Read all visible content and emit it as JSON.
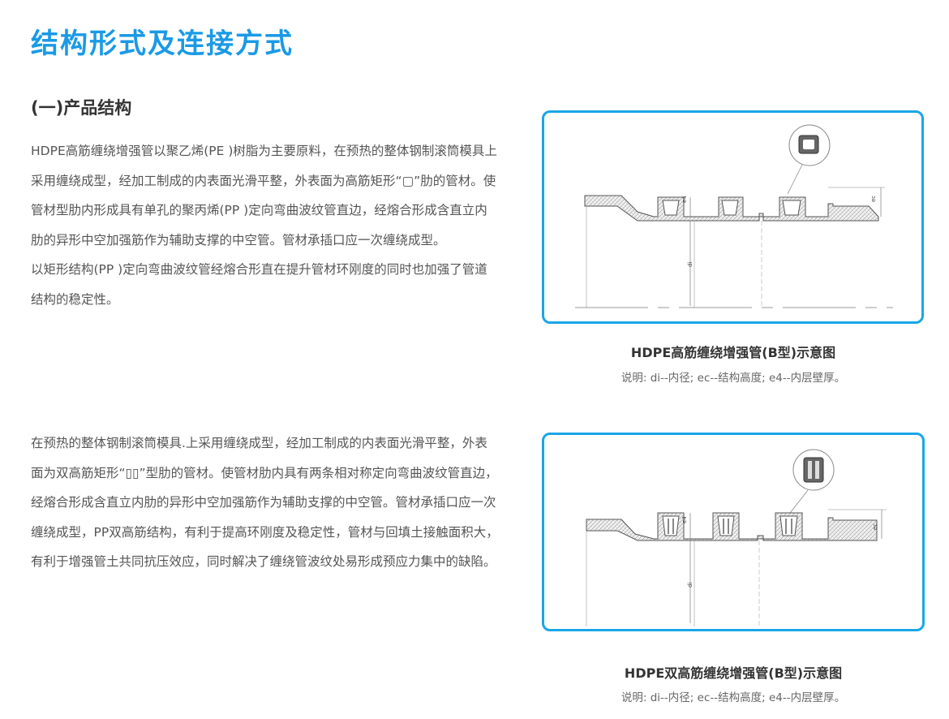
{
  "page": {
    "title": "结构形式及连接方式",
    "section_title": "(一)产品结构"
  },
  "paragraphs": [
    "HDPE高筋缠绕增强管以聚乙烯(PE )树脂为主要原料，在预热的整体钢制滚筒模具上采用缠绕成型，经加工制成的内表面光滑平整，外表面为高筋矩形“▢”肋的管材。使管材型肋内形成具有单孔的聚丙烯(PP )定向弯曲波纹管直边，经熔合形成含直立内肋的异形中空加强筋作为辅助支撑的中空管。管材承插口应一次缠绕成型。\n以矩形结构(PP )定向弯曲波纹管经熔合形直在提升管材环刚度的同时也加强了管道结构的稳定性。",
    "在预热的整体钢制滚筒模具.上采用缠绕成型，经加工制成的内表面光滑平整，外表面为双高筋矩形“▯▯”型肋的管材。使管材肋内具有两条相对称定向弯曲波纹管直边，经熔合形成含直立内肋的异形中空加强筋作为辅助支撑的中空管。管材承插口应一次缠绕成型，PP双高筋结构，有利于提高环刚度及稳定性，管材与回填土接触面积大，有利于增强管土共同抗压效应，同时解决了缠绕管波纹处易形成预应力集中的缺陷。"
  ],
  "figures": [
    {
      "caption": "HDPE高筋缠绕增强管(B型)示意图",
      "note": "说明: di--内径; ec--结构高度; e4--内层壁厚。",
      "labels": [
        "e4",
        "ec",
        "di"
      ]
    },
    {
      "caption": "HDPE双高筋缠绕增强管(B型)示意图",
      "note": "说明: di--内径; ec--结构高度; e4--内层壁厚。",
      "labels": [
        "e4",
        "ec",
        "di"
      ]
    }
  ],
  "colors": {
    "title": "#1a9ae6",
    "frame_border": "#19a6e8",
    "text": "#555555"
  }
}
